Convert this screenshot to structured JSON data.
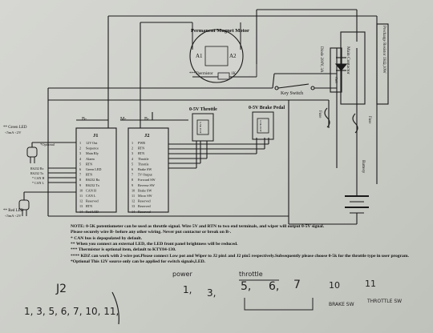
{
  "diagram": {
    "motor_title": "Permanent Magnet Motor",
    "motor_terminals": {
      "a1": "A1",
      "a2": "A2",
      "thermistor": "***Thermistor",
      "k": "1K"
    },
    "key_switch": "Key Switch",
    "diode": "Diode 200V, 3A",
    "main_contactor": "Main Contactor",
    "coil": "Coil",
    "precharge": "Precharge Resistor 1KΩ,10W",
    "fuse": "Fuse",
    "battery": "Battery",
    "throttle_title": "0-5V Throttle",
    "brake_title": "0-5V Brake Pedal",
    "pot_text": {
      "throttle": "0-5K POT",
      "brake": "0-5K POT"
    },
    "bus_labels": {
      "b_minus": "B-",
      "m_minus": "M-",
      "b_minus_2": "B-"
    },
    "j1": {
      "title": "J1",
      "pins": [
        "12V Out",
        "Sequence",
        "Main Rly",
        "Alarm",
        "RTN",
        "Green LED",
        "RTN",
        "RS232 Rx",
        "RS232 Tx",
        "CAN H",
        "CAN L",
        "Reserved",
        "RTN",
        "Red LED"
      ],
      "nums": [
        "1",
        "2",
        "3",
        "4",
        "5",
        "6",
        "7",
        "8",
        "9",
        "10",
        "11",
        "12",
        "13",
        "14"
      ]
    },
    "j2": {
      "title": "J2",
      "pins": [
        "PWR",
        "RTN",
        "RTN",
        "Throttle",
        "Throttle",
        "Brake SW",
        "5V Output",
        "Forward SW",
        "Reverse SW",
        "Brake SW",
        "Micro SW",
        "Reserved",
        "Reserved",
        "Reserved"
      ],
      "nums": [
        "1",
        "2",
        "3",
        "4",
        "5",
        "6",
        "7",
        "8",
        "9",
        "10",
        "11",
        "12",
        "13",
        "14"
      ]
    },
    "left": {
      "green_led": "** Green LED",
      "green_led_spec": "<5mA <2V",
      "optional": "*Optional",
      "rs232_rx": "RS232 Rx",
      "rs232_tx": "RS232 Tx",
      "can_h": "* CAN H",
      "can_l": "* CAN L",
      "red_led": "** Red LED",
      "red_led_spec": "<5mA <2V"
    },
    "notes": [
      "NOTE: 0-5K potentiometer can be used as throttle signal. Wire 5V and RTN to two end terminals, and wiper will output 0-5V signal.",
      "Please securely wire B- before any other wiring. Never put contactor or break on B-.",
      "* CAN bus is depopulated by default.",
      "** When you connect an external LED, the LED front panel brightness will be reduced.",
      "*** Thermistor is optional item, default to KTY84-130.",
      "**** KDZ can work with 2-wire pot.Please connect Low pot and Wiper to J2 pin1 and J2 pin5 respectively.Subsequently please choose 0-5k for the throttle type in user program.",
      "*Optional This 12V source only can be applied for switch signals,LED."
    ]
  },
  "handwriting": {
    "j2": "J2",
    "left_pins": "1, 3, 5, 6, 7, 10, 11,",
    "power": "power",
    "throttle": "throttle",
    "brake_sw": "BRAKE SW",
    "throttle_sw": "THROTTLE SW",
    "pin_1": "1,",
    "pin_3": "3,",
    "pin_5": "5,",
    "pin_6": "6,",
    "pin_7": "7",
    "pin_10": "10",
    "pin_11": "11"
  }
}
